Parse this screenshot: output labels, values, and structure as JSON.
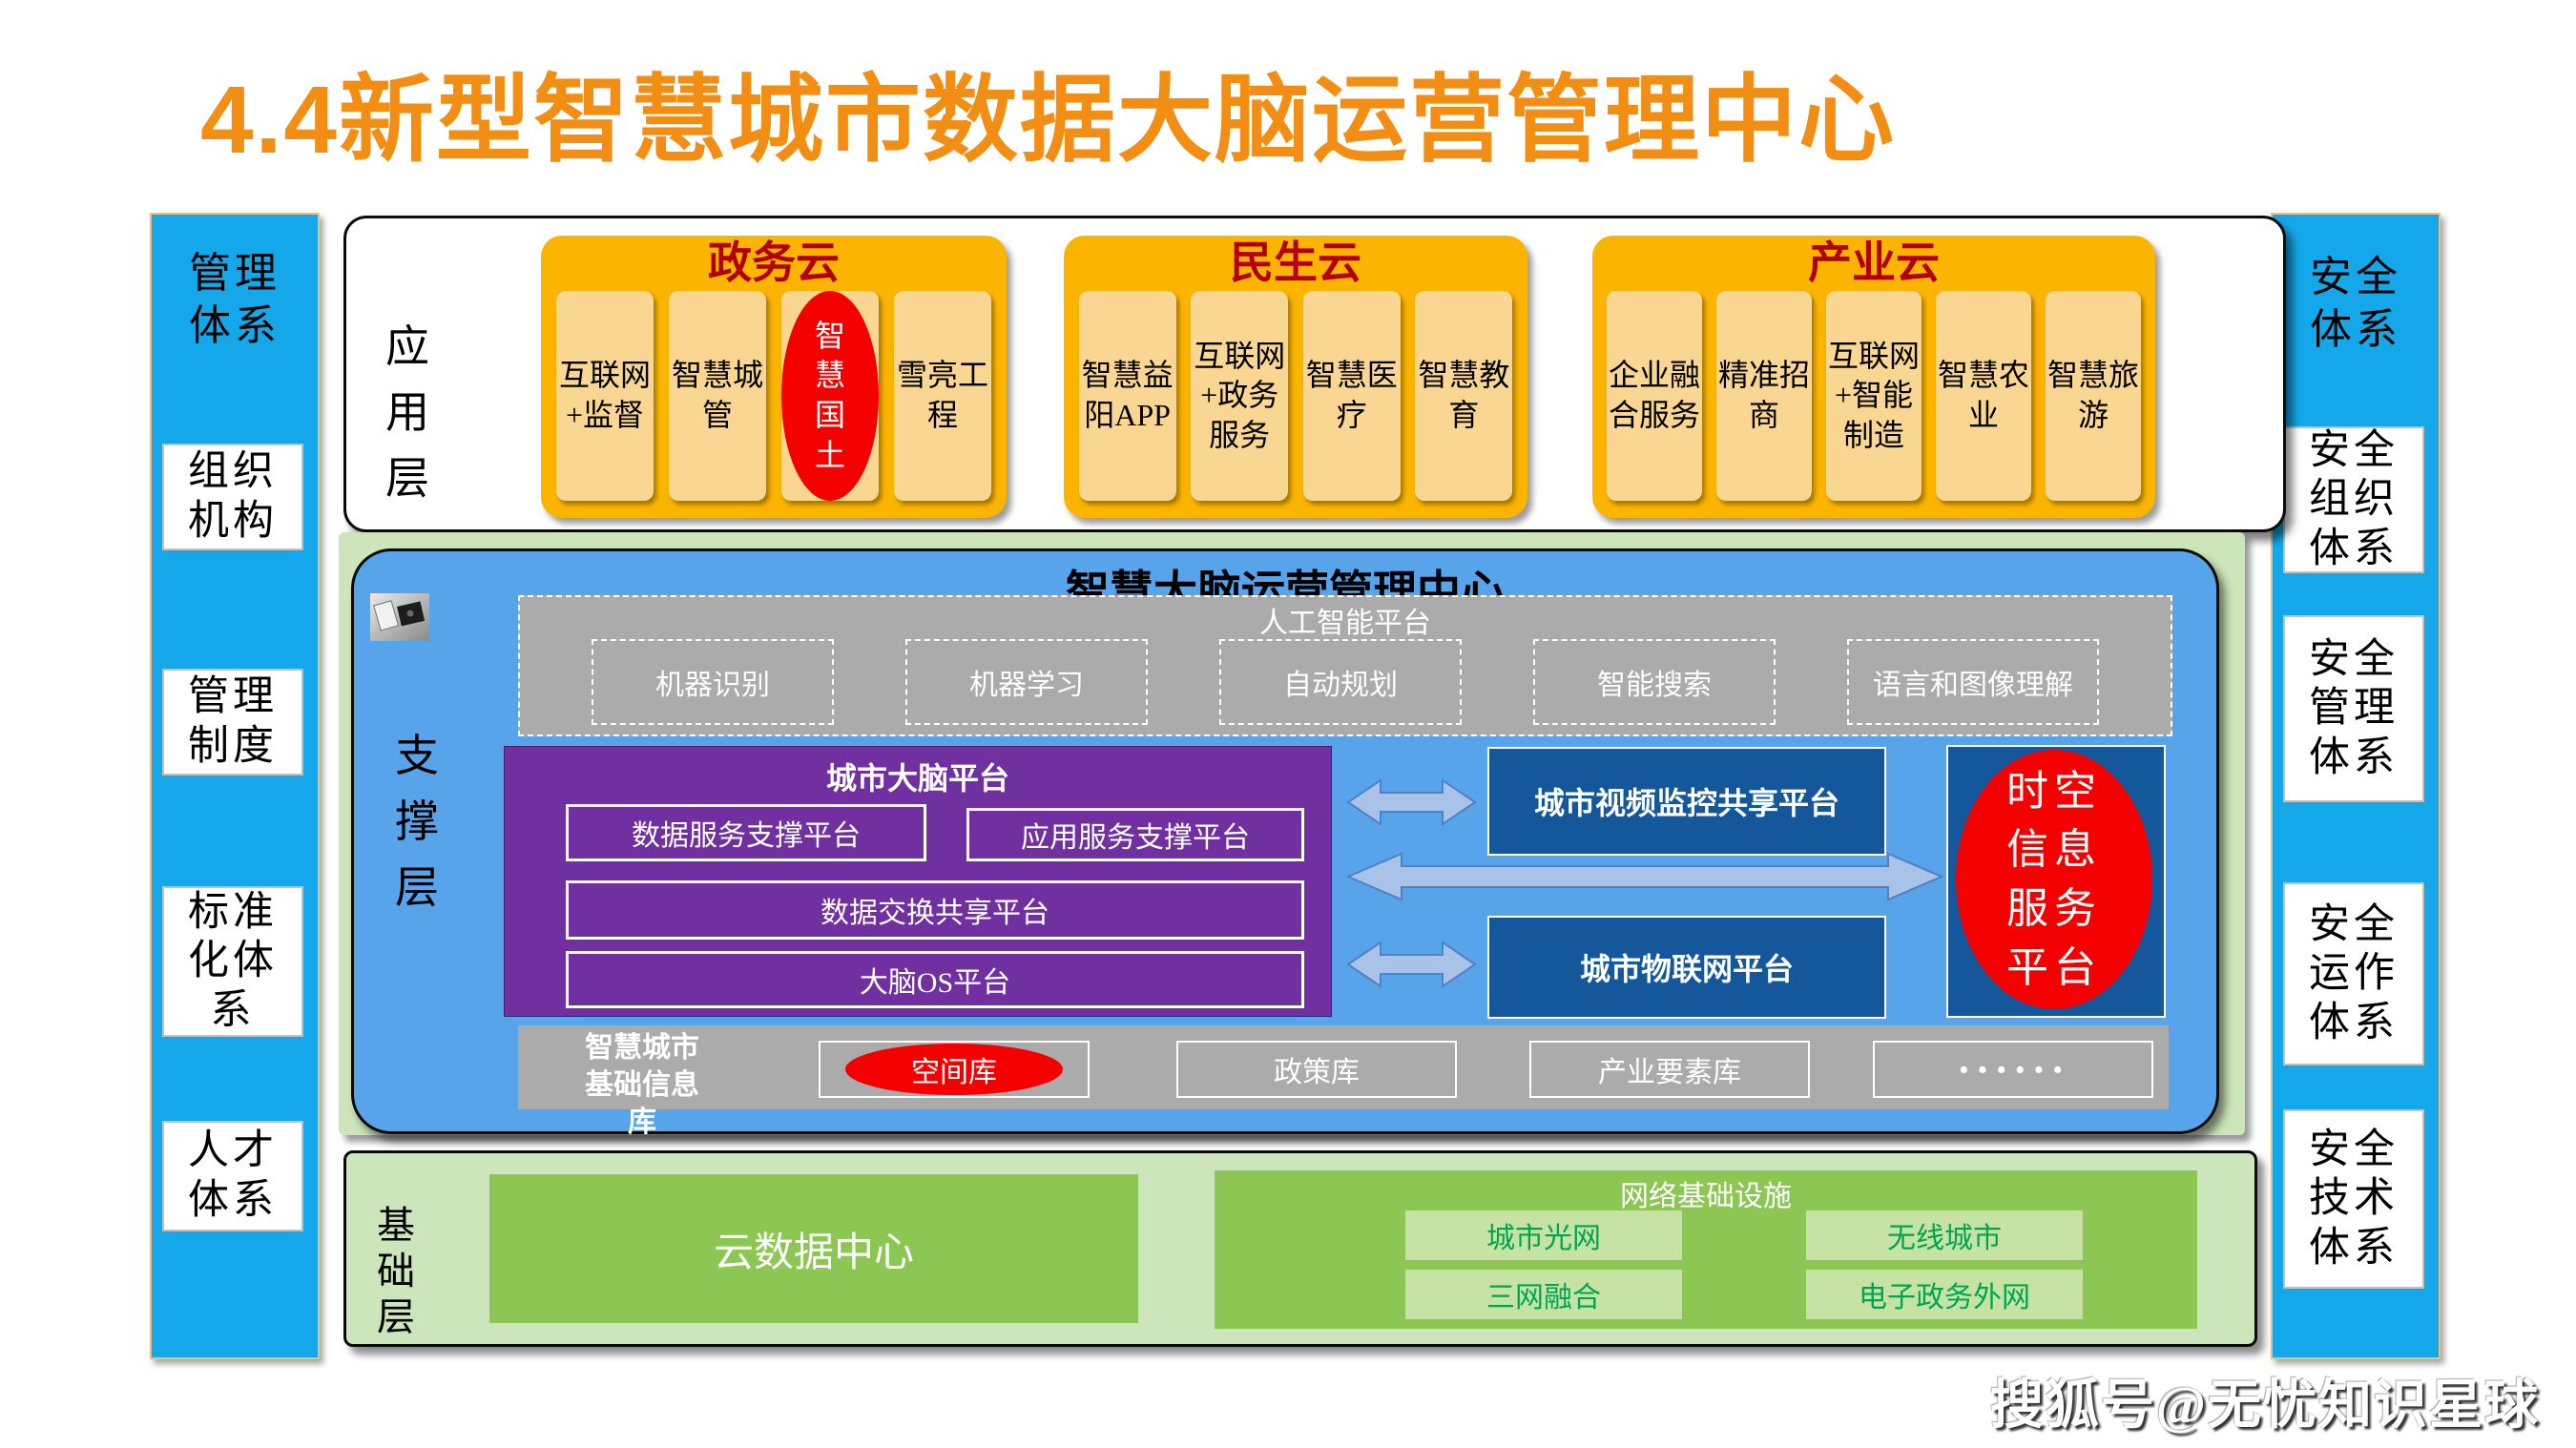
{
  "title": "4.4新型智慧城市数据大脑运营管理中心",
  "watermark": "搜狐号@无忧知识星球",
  "left_sidebar": {
    "header": "管理体系",
    "items": [
      "组织机构",
      "管理制度",
      "标准化体系",
      "人才体系"
    ]
  },
  "right_sidebar": {
    "header": "安全体系",
    "items": [
      "安全组织体系",
      "安全管理体系",
      "安全运作体系",
      "安全技术体系"
    ]
  },
  "app_layer": {
    "label": "应用层",
    "clouds": [
      {
        "name": "政务云",
        "apps": [
          "互联网+监督",
          "智慧城管",
          "智慧国土",
          "雪亮工程"
        ]
      },
      {
        "name": "民生云",
        "apps": [
          "智慧益阳APP",
          "互联网+政务服务",
          "智慧医疗",
          "智慧教育"
        ]
      },
      {
        "name": "产业云",
        "apps": [
          "企业融合服务",
          "精准招商",
          "互联网+智能制造",
          "智慧农业",
          "智慧旅游"
        ]
      }
    ]
  },
  "support_layer": {
    "label": "支撑层",
    "center_title": "智慧大脑运营管理中心",
    "ai": {
      "title": "人工智能平台",
      "items": [
        "机器识别",
        "机器学习",
        "自动规划",
        "智能搜索",
        "语言和图像理解"
      ]
    },
    "brain": {
      "title": "城市大脑平台",
      "boxes": [
        "数据服务支撑平台",
        "应用服务支撑平台",
        "数据交换共享平台",
        "大脑OS平台"
      ]
    },
    "video_platform": "城市视频监控共享平台",
    "iot_platform": "城市物联网平台",
    "spacetime_platform": "时空信息服务平台",
    "db": {
      "label": "智慧城市基础信息库",
      "items": [
        "空间库",
        "政策库",
        "产业要素库",
        "······"
      ]
    }
  },
  "base_layer": {
    "label": "基础层",
    "cloud_dc": "云数据中心",
    "network": {
      "title": "网络基础设施",
      "items": [
        "城市光网",
        "无线城市",
        "三网融合",
        "电子政务外网"
      ]
    }
  },
  "colors": {
    "title_orange": "#F18E13",
    "sidebar_blue": "#14A8EA",
    "cloud_orange": "#FBB400",
    "cloud_item_orange": "#FAD693",
    "cloud_title_red": "#B30000",
    "center_blue": "#57A4EA",
    "dark_navy": "#14579B",
    "purple": "#7030A0",
    "gray": "#ABABAB",
    "green_band": "#CDE5BA",
    "green_mid": "#8CC653",
    "green_light": "#C6E2A5",
    "green_text": "#00A550",
    "highlight_red": "#F40000"
  }
}
